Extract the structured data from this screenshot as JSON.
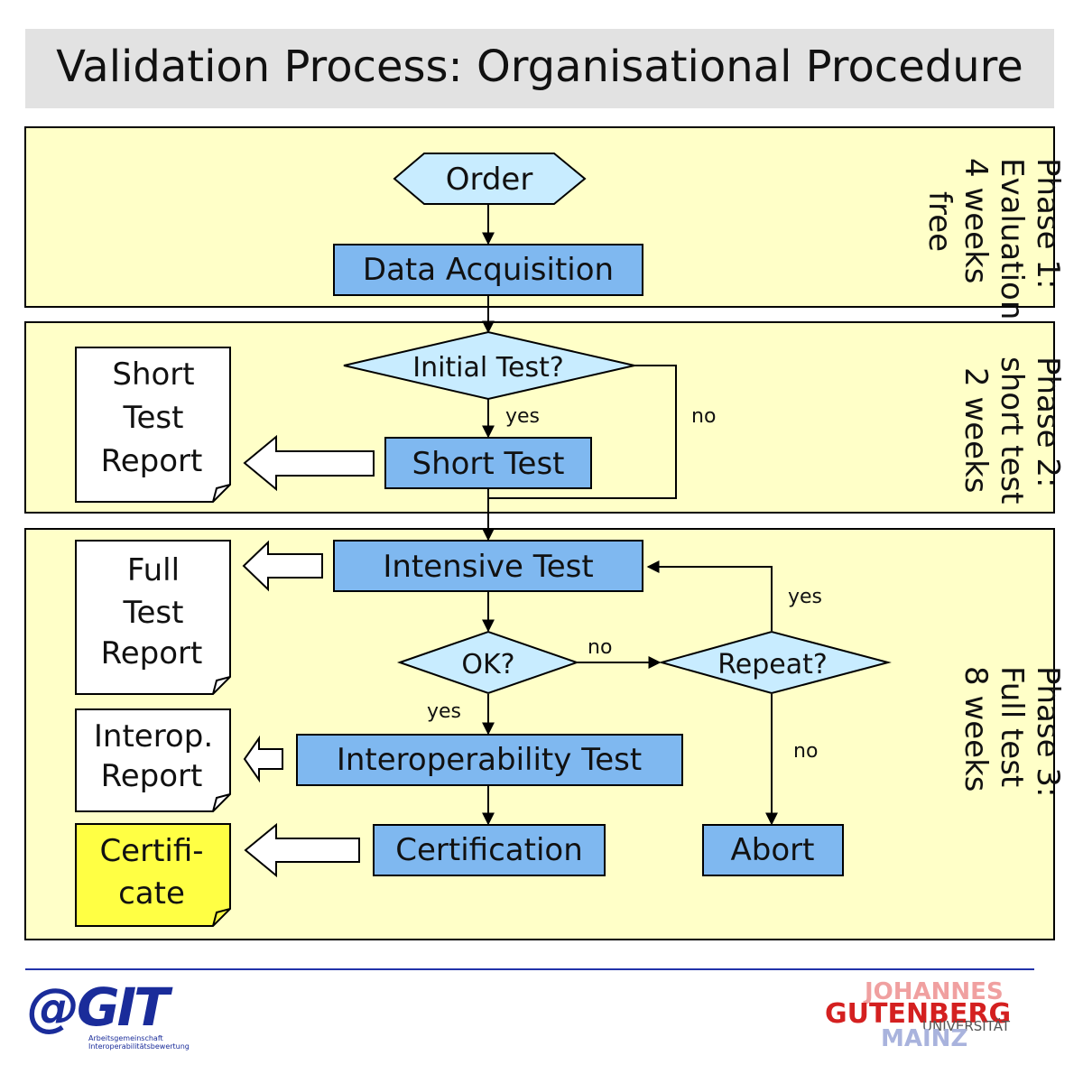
{
  "title": "Validation Process: Organisational Procedure",
  "phases": [
    {
      "id": "phase1",
      "lines": [
        "Phase 1:",
        "Evaluation",
        "4 weeks",
        "free"
      ]
    },
    {
      "id": "phase2",
      "lines": [
        "Phase 2:",
        "short test",
        "2 weeks"
      ]
    },
    {
      "id": "phase3",
      "lines": [
        "Phase 3:",
        "Full test",
        "8 weeks"
      ]
    }
  ],
  "nodes": {
    "order": "Order",
    "data_acquisition": "Data Acquisition",
    "initial_test": "Initial Test?",
    "short_test": "Short Test",
    "intensive_test": "Intensive Test",
    "ok": "OK?",
    "repeat": "Repeat?",
    "interoperability_test": "Interoperability Test",
    "certification": "Certification",
    "abort": "Abort"
  },
  "documents": {
    "short_test_report": [
      "Short",
      "Test",
      "Report"
    ],
    "full_test_report": [
      "Full",
      "Test",
      "Report"
    ],
    "interop_report": [
      "Interop.",
      "Report"
    ],
    "certificate": [
      "Certifi-",
      "cate"
    ]
  },
  "edge_labels": {
    "initial_yes": "yes",
    "initial_no": "no",
    "ok_yes": "yes",
    "ok_no": "no",
    "repeat_yes": "yes",
    "repeat_no": "no"
  },
  "logos": {
    "git": "@GIT",
    "git_sub": [
      "Arbeitsgemeinschaft",
      "Interoperabilitätsbewertung"
    ],
    "jgu": [
      "JOHANNES",
      "GUTENBERG",
      "UNIVERSITÄT",
      "MAINZ"
    ]
  },
  "colors": {
    "phase_bg": "#ffffc8",
    "process_box": "#7fb8f0",
    "decision": "#c8ecff",
    "certificate_doc": "#ffff44",
    "title_bg": "#e2e2e2"
  }
}
